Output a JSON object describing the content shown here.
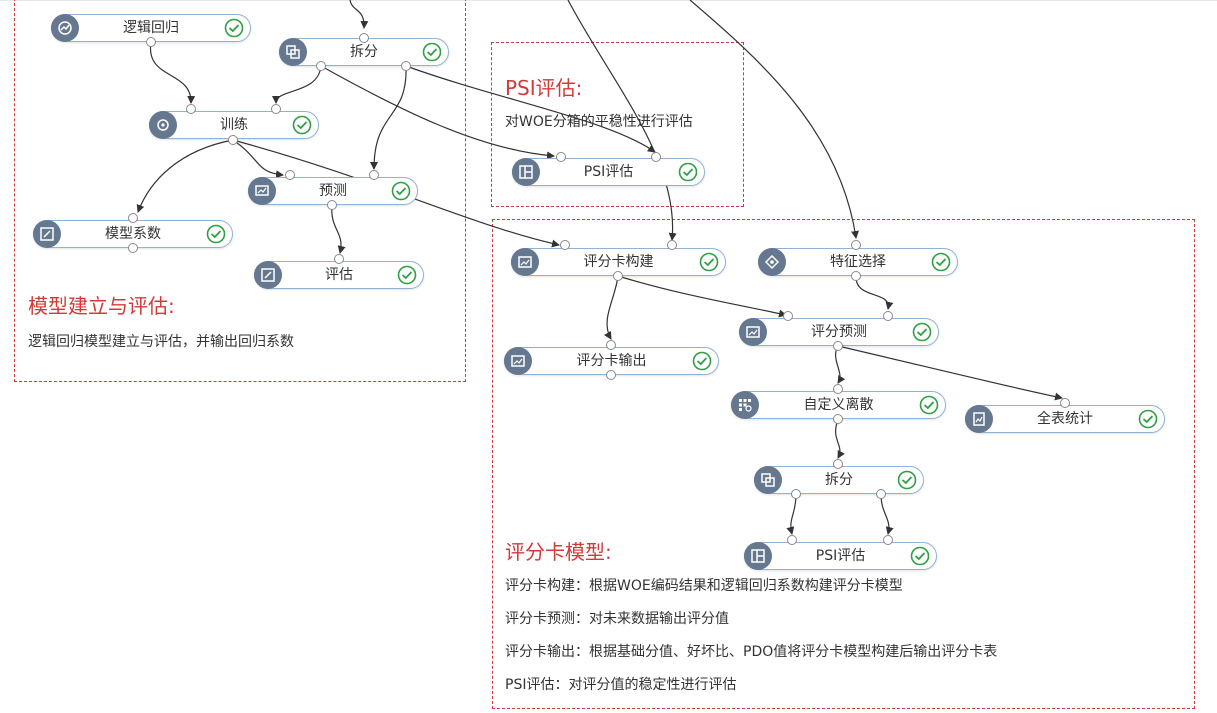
{
  "groups": {
    "model": {
      "title": "模型建立与评估:",
      "description": "逻辑回归模型建立与评估，并输出回归系数"
    },
    "psi": {
      "title": "PSI评估:",
      "description": "对WOE分箱的平稳性进行评估"
    },
    "scorecard": {
      "title": "评分卡模型:",
      "lines": [
        "评分卡构建：根据WOE编码结果和逻辑回归系数构建评分卡模型",
        "评分卡预测：对未来数据输出评分值",
        "评分卡输出：根据基础分值、好坏比、PDO值将评分卡模型构建后输出评分卡表",
        "PSI评估：对评分值的稳定性进行评估"
      ]
    }
  },
  "nodes": {
    "logreg": {
      "label": "逻辑回归",
      "icon": "logistic-regression-icon",
      "status": "success"
    },
    "split1": {
      "label": "拆分",
      "icon": "split-icon",
      "status": "success"
    },
    "train": {
      "label": "训练",
      "icon": "train-icon",
      "status": "success"
    },
    "predict": {
      "label": "预测",
      "icon": "predict-icon",
      "status": "success"
    },
    "coef": {
      "label": "模型系数",
      "icon": "coefficient-icon",
      "status": "success"
    },
    "evaluate": {
      "label": "评估",
      "icon": "evaluate-icon",
      "status": "success"
    },
    "psi1": {
      "label": "PSI评估",
      "icon": "psi-icon",
      "status": "success"
    },
    "sc_build": {
      "label": "评分卡构建",
      "icon": "scorecard-build-icon",
      "status": "success"
    },
    "feature": {
      "label": "特征选择",
      "icon": "feature-selection-icon",
      "status": "success"
    },
    "sc_predict": {
      "label": "评分预测",
      "icon": "score-predict-icon",
      "status": "success"
    },
    "sc_output": {
      "label": "评分卡输出",
      "icon": "scorecard-output-icon",
      "status": "success"
    },
    "discretize": {
      "label": "自定义离散",
      "icon": "discretize-icon",
      "status": "success"
    },
    "table_stats": {
      "label": "全表统计",
      "icon": "table-stats-icon",
      "status": "success"
    },
    "split2": {
      "label": "拆分",
      "icon": "split-icon",
      "status": "success"
    },
    "psi2": {
      "label": "PSI评估",
      "icon": "psi-icon",
      "status": "success"
    }
  },
  "colors": {
    "accent_red": "#d23a3a",
    "node_border": "#8fb3d6",
    "icon_bg": "#66788f",
    "success_green": "#2ea043",
    "edge": "#333333"
  }
}
